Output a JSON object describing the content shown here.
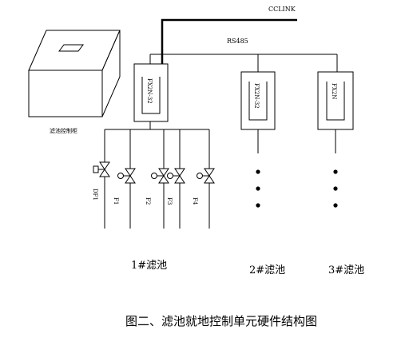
{
  "network": {
    "cclink_label": "CCLINK",
    "rs485_label": "RS485"
  },
  "cabinet": {
    "label": "滤池控制柜"
  },
  "modules": [
    {
      "label": "FX2N-32"
    },
    {
      "label": "FX2N-32"
    },
    {
      "label": "FX2N"
    }
  ],
  "valves": [
    {
      "label": "DF1"
    },
    {
      "label": "F1"
    },
    {
      "label": "F2"
    },
    {
      "label": "F3"
    },
    {
      "label": "F4"
    }
  ],
  "pools": [
    {
      "label": "1#滤池"
    },
    {
      "label": "2#滤池"
    },
    {
      "label": "3#滤池"
    }
  ],
  "caption": "图二、滤池就地控制单元硬件结构图"
}
